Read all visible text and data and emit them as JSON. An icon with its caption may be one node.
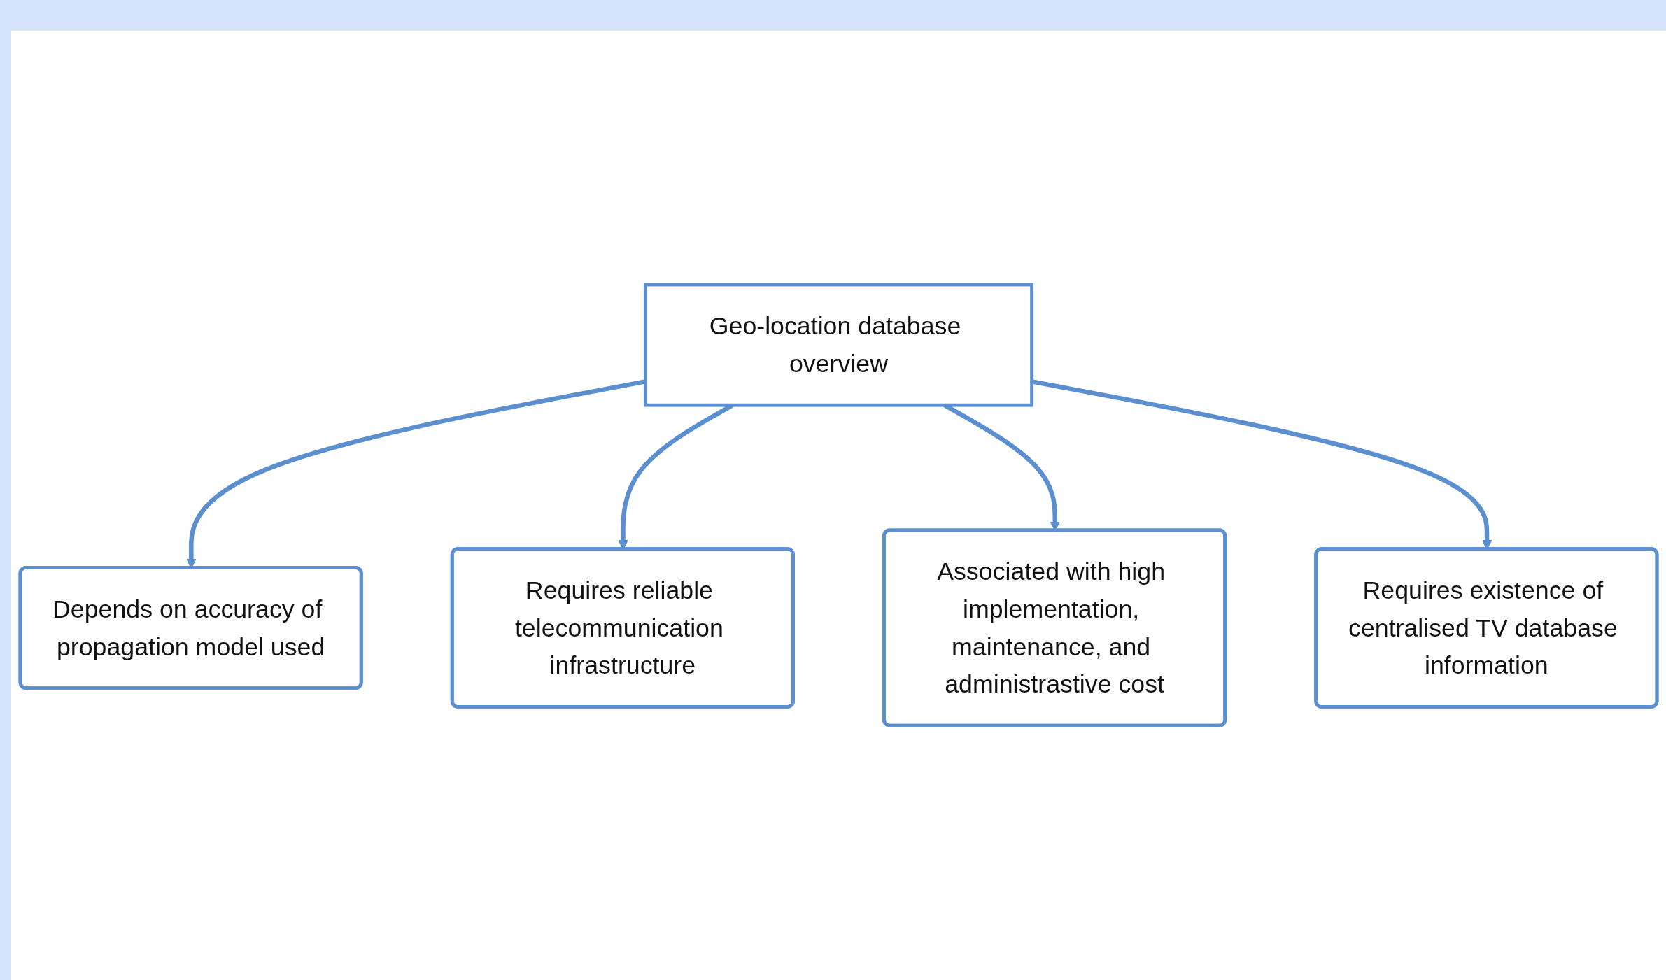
{
  "diagram": {
    "nodes": [
      {
        "text": [
          "Depends on accuracy of propagation model used"
        ]
      },
      {
        "text": [
          "Requires reliable telecommunication infrastructure"
        ]
      },
      {
        "text": [
          "Geo-location database overview"
        ]
      },
      {
        "text": [
          "Associated with high implementation, maintenance, and administrastive cost"
        ]
      },
      {
        "text": [
          "Requires existence of centralised TV database information"
        ]
      }
    ],
    "edges": [
      {
        "from": 2,
        "to": 0,
        "arrow": "to"
      },
      {
        "from": 2,
        "to": 1,
        "arrow": "to"
      },
      {
        "from": 2,
        "to": 3,
        "arrow": "to"
      },
      {
        "from": 2,
        "to": 4,
        "arrow": "to"
      }
    ]
  }
}
